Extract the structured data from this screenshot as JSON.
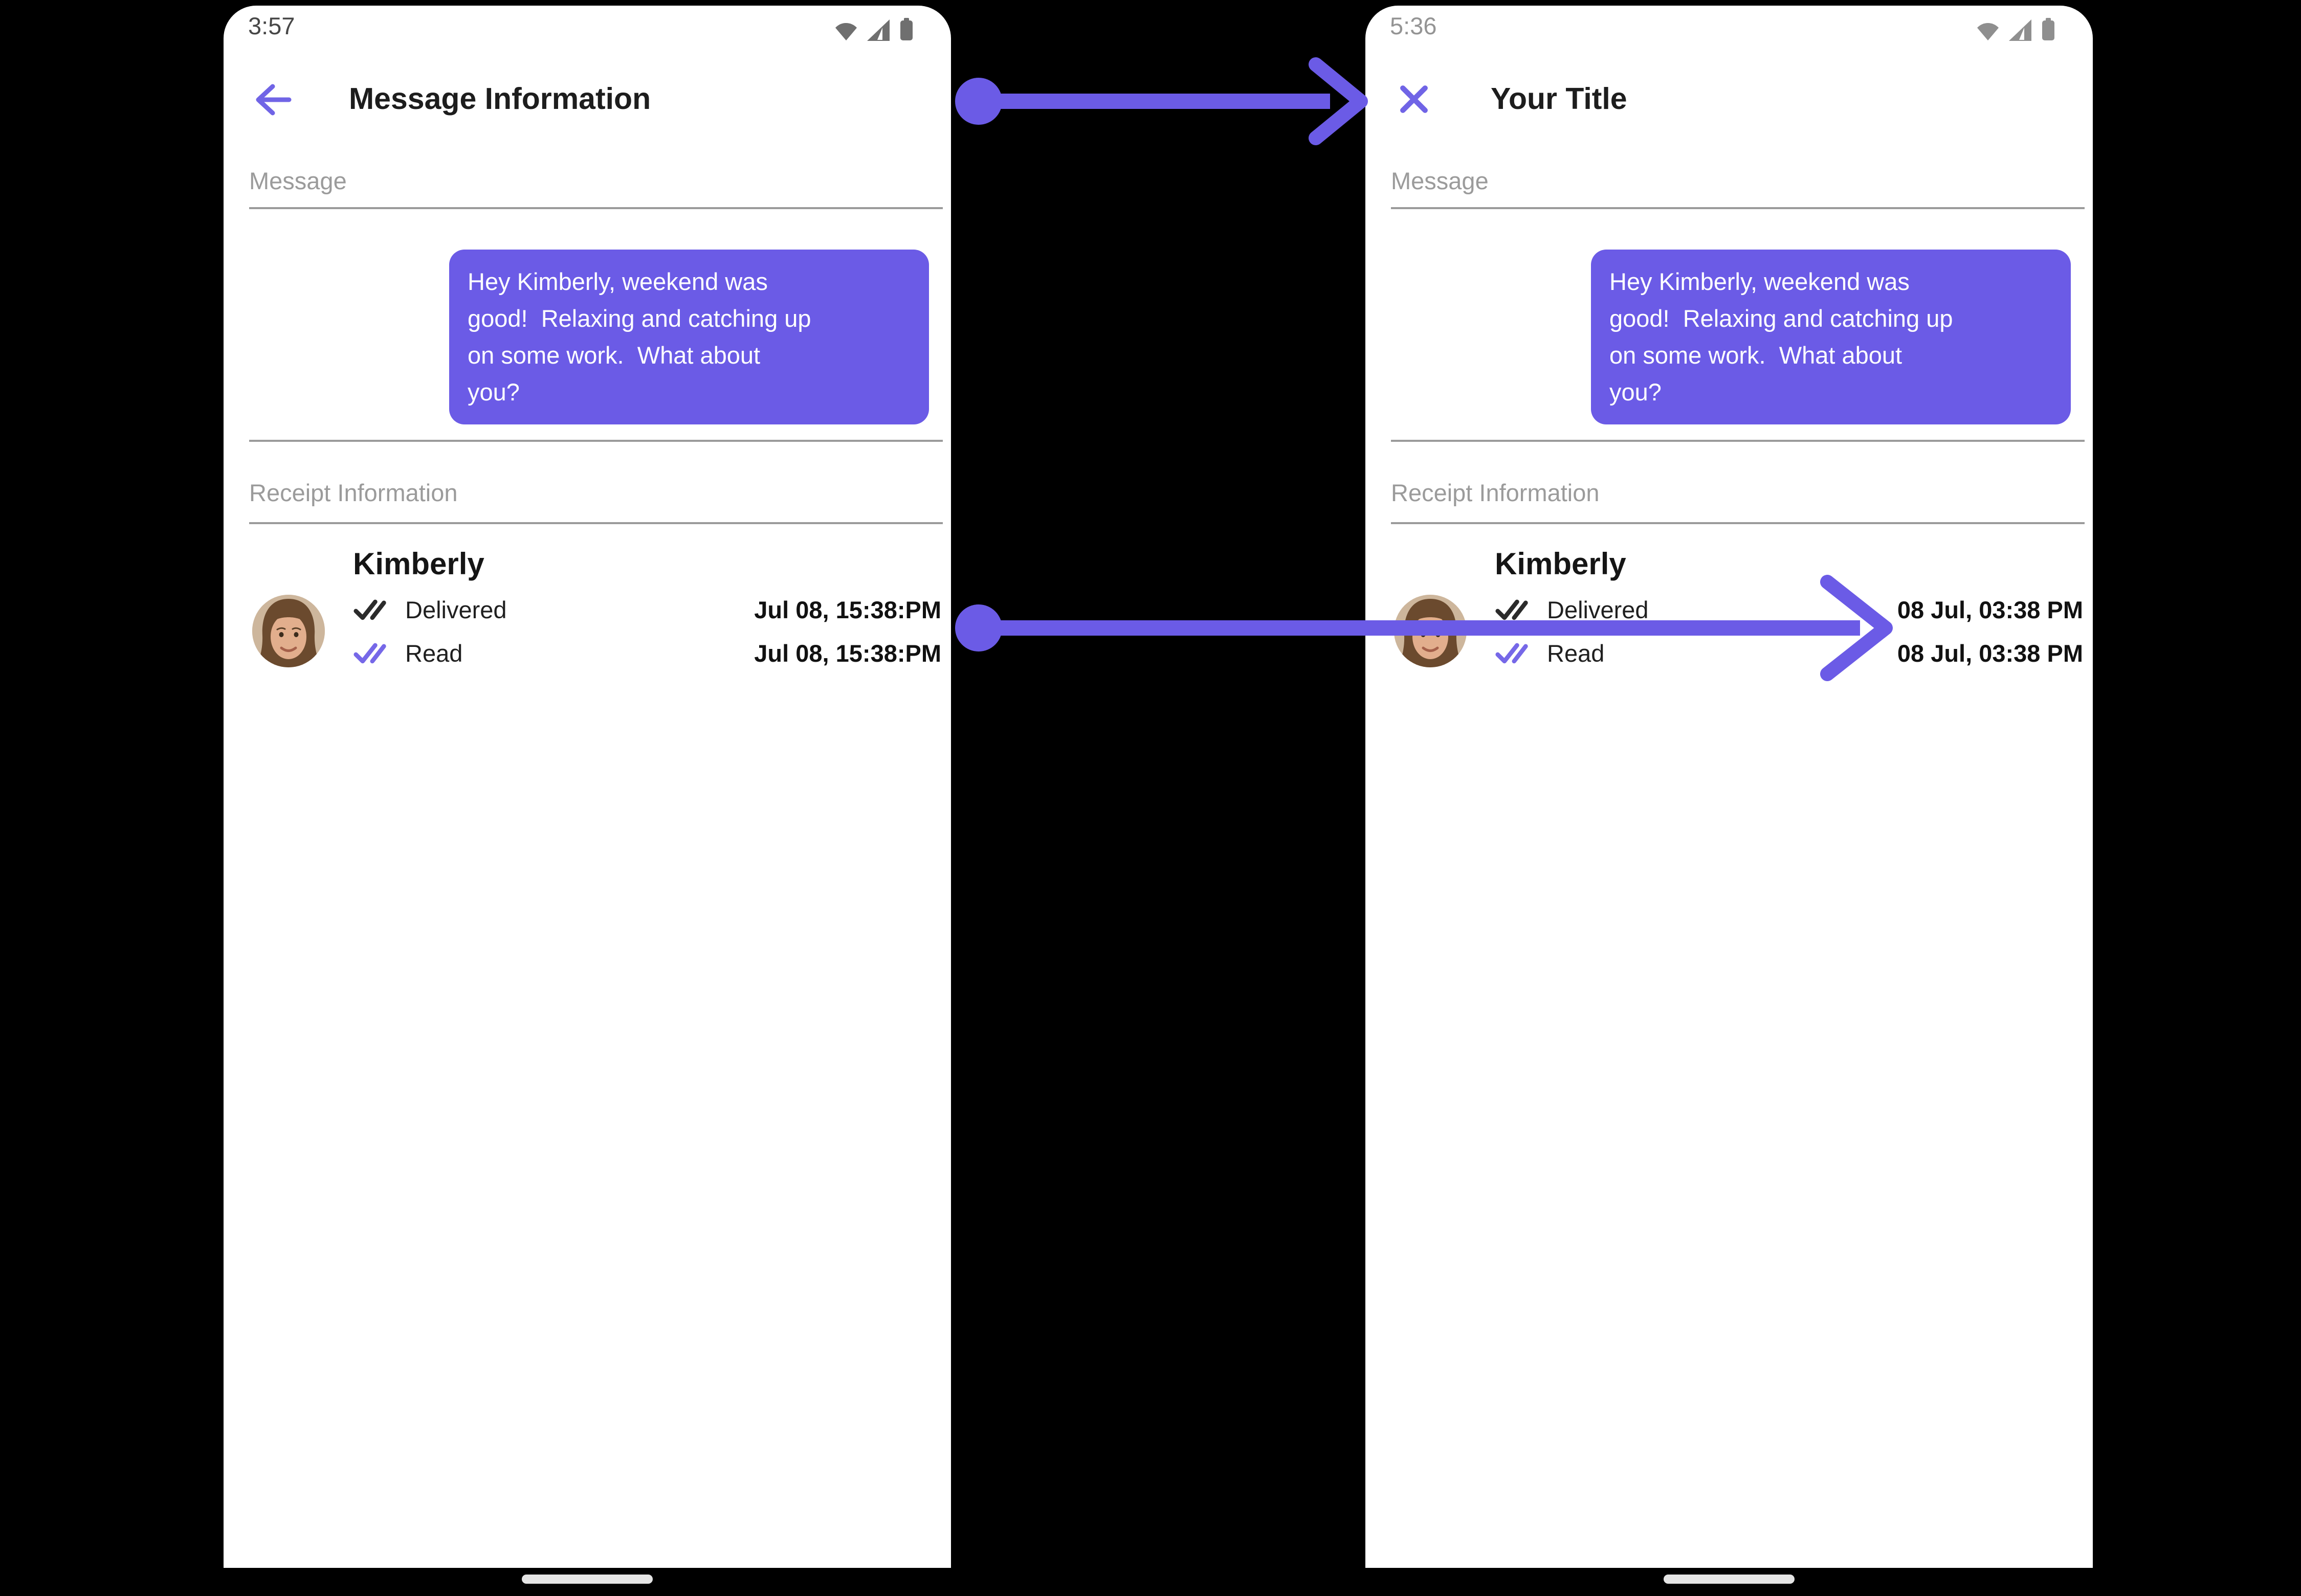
{
  "colors": {
    "background": "#000000",
    "screen": "#FFFFFF",
    "accent_purple": "#6B5BE6",
    "icon_purple": "#7064E6",
    "read_check_purple": "#7668E8",
    "delivered_check_dark": "#2B2B2B",
    "divider_gray": "#9B9B9B",
    "label_gray": "#9B9B9B",
    "status_gray_left": "#6F6F6F",
    "status_gray_right": "#8F8F8F",
    "home_pill": "#E4E4E4"
  },
  "icons": {
    "left_nav": "back-arrow-icon",
    "right_nav": "close-x-icon",
    "status": [
      "wifi-icon",
      "signal-icon",
      "battery-icon"
    ],
    "receipt_checks": "double-check-icon",
    "annotations": [
      "dot-arrow-top",
      "dot-arrow-bottom"
    ]
  },
  "left_phone": {
    "status_time": "3:57",
    "header_title": "Message Information",
    "message_section_label": "Message",
    "message_bubble": "Hey Kimberly, weekend was\ngood!  Relaxing and catching up\non some work.  What about\nyou?",
    "receipt_section_label": "Receipt Information",
    "receipt": {
      "name": "Kimberly",
      "rows": [
        {
          "label": "Delivered",
          "time": "Jul 08, 15:38:PM"
        },
        {
          "label": "Read",
          "time": "Jul 08, 15:38:PM"
        }
      ]
    }
  },
  "right_phone": {
    "status_time": "5:36",
    "header_title": "Your Title",
    "message_section_label": "Message",
    "message_bubble": "Hey Kimberly, weekend was\ngood!  Relaxing and catching up\non some work.  What about\nyou?",
    "receipt_section_label": "Receipt Information",
    "receipt": {
      "name": "Kimberly",
      "rows": [
        {
          "label": "Delivered",
          "time": "08 Jul, 03:38 PM"
        },
        {
          "label": "Read",
          "time": "08 Jul, 03:38 PM"
        }
      ]
    }
  }
}
